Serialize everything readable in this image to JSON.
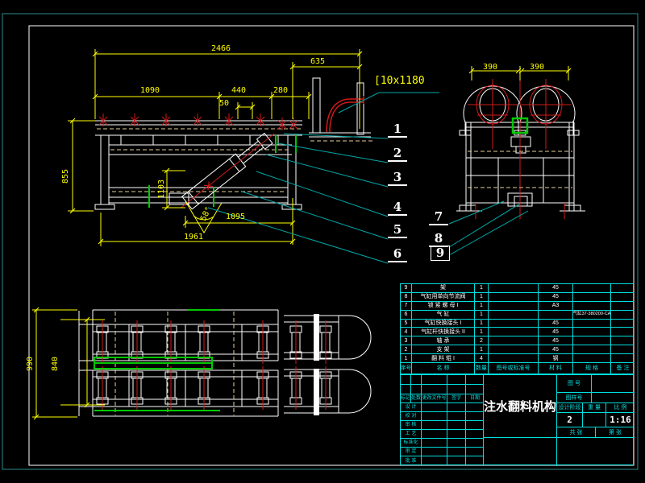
{
  "drawing": {
    "channel_note": "[10x1180",
    "callouts": [
      "1",
      "2",
      "3",
      "4",
      "5",
      "6",
      "7",
      "8",
      "9"
    ],
    "dims": {
      "d2466": "2466",
      "d635": "635",
      "d1090": "1090",
      "d440": "440",
      "d280": "280",
      "d50": "50",
      "d855": "855",
      "d1103": "1103",
      "d58": "58°",
      "d1095": "1095",
      "d1961": "1961",
      "d390_left": "390",
      "d390_right": "390",
      "d990": "990",
      "d840": "840"
    }
  },
  "bom": {
    "headers": {
      "no": "序号",
      "name": "名  称",
      "qty": "数量",
      "std": "图号或标准号",
      "material": "材 料",
      "spec": "规 格",
      "note": "备 注"
    },
    "rows": [
      {
        "no": "9",
        "name": "架",
        "qty": "1",
        "std": "",
        "material": "45",
        "spec": "",
        "note": ""
      },
      {
        "no": "8",
        "name": "气缸用单向节流阀",
        "qty": "1",
        "std": "",
        "material": "45",
        "spec": "",
        "note": ""
      },
      {
        "no": "7",
        "name": "锁 紧 螺 母 I",
        "qty": "1",
        "std": "",
        "material": "A3",
        "spec": "",
        "note": ""
      },
      {
        "no": "6",
        "name": "气  缸",
        "qty": "1",
        "std": "",
        "material": "",
        "spec": "气缸37-380200-CA",
        "note": ""
      },
      {
        "no": "5",
        "name": "气缸快换接头 I",
        "qty": "1",
        "std": "",
        "material": "45",
        "spec": "",
        "note": ""
      },
      {
        "no": "4",
        "name": "气缸杆快换接头 II",
        "qty": "1",
        "std": "",
        "material": "45",
        "spec": "",
        "note": ""
      },
      {
        "no": "3",
        "name": "轴  承",
        "qty": "2",
        "std": "",
        "material": "45",
        "spec": "",
        "note": ""
      },
      {
        "no": "2",
        "name": "支  架",
        "qty": "1",
        "std": "",
        "material": "45",
        "spec": "",
        "note": ""
      },
      {
        "no": "1",
        "name": "翻 料 辊 I",
        "qty": "4",
        "std": "",
        "material": "钢",
        "spec": "",
        "note": ""
      }
    ]
  },
  "title_block": {
    "part_name": "注水翻料机构",
    "sheet_number": "2",
    "scale": "1:16",
    "labels": {
      "drawing_no": "图  号",
      "pattern_no": "图样号",
      "stage": "设计阶段",
      "weight": "重 量",
      "scale_label": "比 例",
      "total": "共  张",
      "part": "第  张",
      "mark": "标记",
      "count": "处数",
      "change_doc": "更改文件号",
      "sign": "签字",
      "date": "日期"
    },
    "sig_rows": [
      "设 计",
      "校 对",
      "审 核",
      "工 艺",
      "标准化",
      "审 定",
      "批 准"
    ]
  },
  "colors": {
    "background": "#000000",
    "frame_teal": "#2e8b8b",
    "table_cyan": "#00dede",
    "geometry_white": "#ffffff",
    "dimension_yellow": "#ffff00",
    "detail_red": "#d11a1a",
    "highlight_green": "#00c800",
    "leader_teal": "#00a8a8",
    "hidden_line_tan": "#e6cf9c"
  }
}
